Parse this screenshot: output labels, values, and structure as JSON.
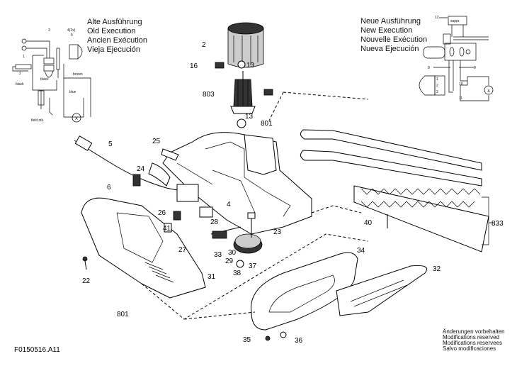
{
  "old_execution": {
    "lines": [
      "Alte Ausführung",
      "Old Execution",
      "Ancien Exécution",
      "Vieja Ejecución"
    ],
    "wire_labels": {
      "l1": "1",
      "l2": "2",
      "l3": "3",
      "l4": "4(2x)",
      "l5": "5",
      "black1": "black",
      "black2": "black",
      "brown": "brown",
      "blue": "blue",
      "field": "field stk.",
      "motor": "A"
    }
  },
  "new_execution": {
    "lines": [
      "Neue Ausführung",
      "New Execution",
      "Nouvelle Exécution",
      "Nueva Ejecución"
    ],
    "wire_labels": {
      "l8": "8",
      "l9": "9",
      "l10": "10",
      "l11": "11",
      "l12": "12",
      "suppr": "suppr.",
      "t1": "1",
      "t2": "2",
      "t3": "3",
      "motor": "A"
    }
  },
  "parts": {
    "p2": "2",
    "p16": "16",
    "p13a": "13",
    "p803": "803",
    "p13b": "13",
    "p801a": "801",
    "p5": "5",
    "p25": "25",
    "p24": "24",
    "p6": "6",
    "p4": "4",
    "p26": "26",
    "p28": "28",
    "p41": "41",
    "p23": "23",
    "p27": "27",
    "p30": "30",
    "p33": "33",
    "p29": "29",
    "p31": "31",
    "p38": "38",
    "p37": "37",
    "p22": "22",
    "p801b": "801",
    "p34": "34",
    "p32": "32",
    "p40": "40",
    "p833": "833",
    "p35": "35",
    "p36": "36"
  },
  "footer": {
    "drawing_id": "F0150516.A11",
    "notice": [
      "Änderungen vorbehalten",
      "Modifications reserved",
      "Modifications reservees",
      "Salvo modificaciones"
    ]
  }
}
